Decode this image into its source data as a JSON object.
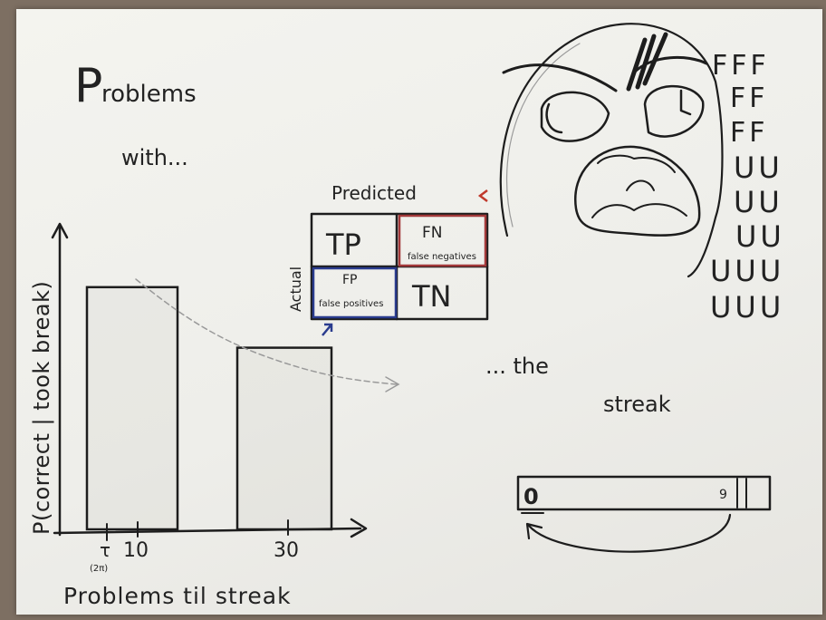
{
  "title": {
    "first_letter": "P",
    "rest": "roblems",
    "second_line": "with..."
  },
  "chart_data": {
    "type": "bar",
    "categories": [
      "10",
      "30"
    ],
    "values": [
      0.8,
      0.6
    ],
    "ylim": [
      0,
      1
    ],
    "ylabel": "P(correct | took break)",
    "xlabel": "Problems til streak",
    "x_ticks": [
      {
        "label": "τ",
        "sublabel": "(2π)"
      },
      {
        "label": "10"
      },
      {
        "label": "30"
      }
    ]
  },
  "confusion_matrix": {
    "header": "Predicted",
    "row_label": "Actual",
    "cells": [
      {
        "main": "TP",
        "sub": ""
      },
      {
        "main": "FN",
        "sub": "false negatives"
      },
      {
        "main": "FP",
        "sub": "false positives"
      },
      {
        "main": "TN",
        "sub": ""
      }
    ],
    "colors": {
      "fn": "#a3393a",
      "fp": "#2a3c8e",
      "arrow_red": "#c0392b"
    }
  },
  "rage": {
    "fs": [
      "FFF",
      "FF",
      "FF"
    ],
    "us": [
      "UU",
      "UU",
      "UU",
      "UUU",
      "UUU"
    ]
  },
  "streak": {
    "prefix": "... the",
    "word": "streak",
    "start": "0",
    "end": "9"
  }
}
